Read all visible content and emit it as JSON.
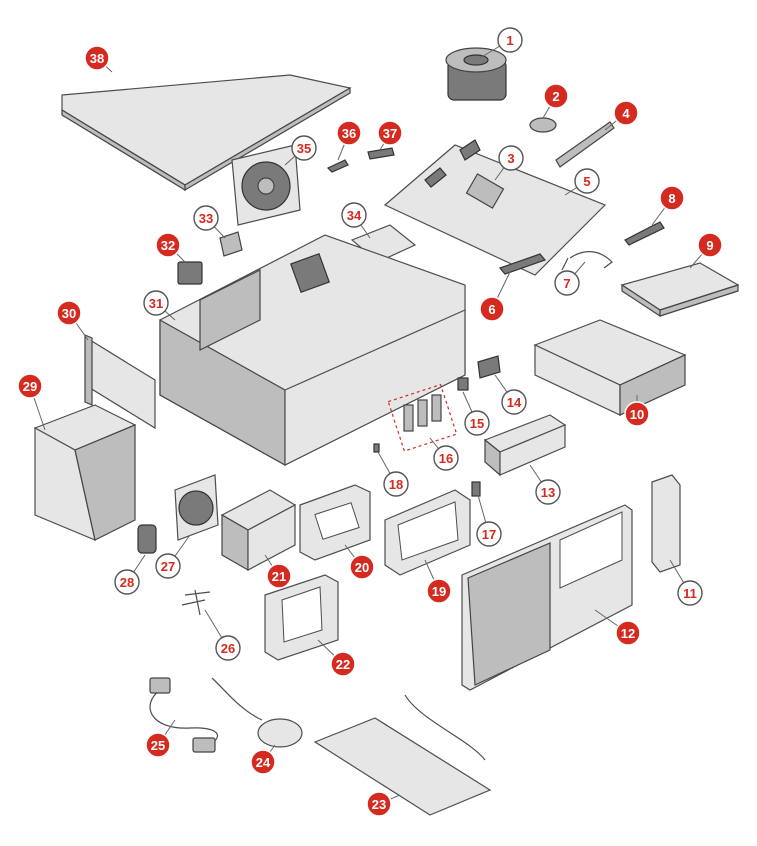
{
  "colors": {
    "red_callout": "#d42a20",
    "outline_callout": "#555555",
    "background": "#ffffff"
  },
  "callouts": [
    {
      "label": "1",
      "style": "outline"
    },
    {
      "label": "2",
      "style": "red"
    },
    {
      "label": "3",
      "style": "outline"
    },
    {
      "label": "4",
      "style": "red"
    },
    {
      "label": "5",
      "style": "outline"
    },
    {
      "label": "6",
      "style": "red"
    },
    {
      "label": "7",
      "style": "outline"
    },
    {
      "label": "8",
      "style": "red"
    },
    {
      "label": "9",
      "style": "red"
    },
    {
      "label": "10",
      "style": "red"
    },
    {
      "label": "11",
      "style": "outline"
    },
    {
      "label": "12",
      "style": "red"
    },
    {
      "label": "13",
      "style": "outline"
    },
    {
      "label": "14",
      "style": "outline"
    },
    {
      "label": "15",
      "style": "outline"
    },
    {
      "label": "16",
      "style": "outline"
    },
    {
      "label": "17",
      "style": "outline"
    },
    {
      "label": "18",
      "style": "outline"
    },
    {
      "label": "19",
      "style": "red"
    },
    {
      "label": "20",
      "style": "red"
    },
    {
      "label": "21",
      "style": "red"
    },
    {
      "label": "22",
      "style": "red"
    },
    {
      "label": "23",
      "style": "red"
    },
    {
      "label": "24",
      "style": "red"
    },
    {
      "label": "25",
      "style": "red"
    },
    {
      "label": "26",
      "style": "outline"
    },
    {
      "label": "27",
      "style": "outline"
    },
    {
      "label": "28",
      "style": "outline"
    },
    {
      "label": "29",
      "style": "red"
    },
    {
      "label": "30",
      "style": "red"
    },
    {
      "label": "31",
      "style": "outline"
    },
    {
      "label": "32",
      "style": "red"
    },
    {
      "label": "33",
      "style": "outline"
    },
    {
      "label": "34",
      "style": "outline"
    },
    {
      "label": "35",
      "style": "outline"
    },
    {
      "label": "36",
      "style": "red"
    },
    {
      "label": "37",
      "style": "red"
    },
    {
      "label": "38",
      "style": "red"
    }
  ]
}
